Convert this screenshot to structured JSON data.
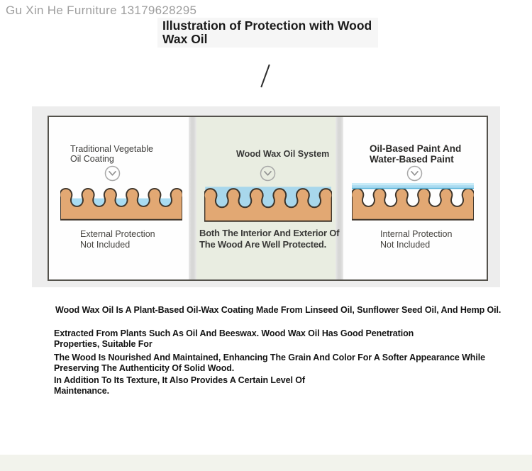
{
  "watermark": "Gu Xin He Furniture 13179628295",
  "title": "Illustration of Protection with Wood\nWax Oil",
  "panels": [
    {
      "heading": "Traditional Vegetable\nOil Coating",
      "caption": "External Protection\nNot Included"
    },
    {
      "heading": "Wood Wax Oil System",
      "caption": "Both The Interior And Exterior Of\nThe Wood Are Well Protected."
    },
    {
      "heading": "Oil-Based Paint And\nWater-Based Paint",
      "caption": "Internal Protection\nNot Included"
    }
  ],
  "description": {
    "p1": "Wood Wax Oil Is A Plant-Based Oil-Wax Coating Made From Linseed Oil, Sunflower Seed Oil, And Hemp Oil.",
    "p2": "Extracted From Plants Such As Oil And Beeswax. Wood Wax Oil Has Good Penetration\nProperties, Suitable For",
    "p3": "The Wood Is Nourished And Maintained, Enhancing The Grain And Color For A Softer Appearance While\nPreserving The Authenticity Of Solid Wood.",
    "p4": "In Addition To Its Texture, It Also Provides A Certain Level Of\nMaintenance."
  },
  "colors": {
    "wood": "#e2a873",
    "wood_outline": "#3e352b",
    "oil_blue": "#a9dcf2",
    "wax_blue": "#a8d7ec",
    "paint_blue_light": "#c9ecf8",
    "paint_blue_edge": "#55b2d9",
    "sage_panel": "#e9ede1",
    "card_gray": "#ededed",
    "footer_band": "#f2f3ec",
    "watermark_gray": "#9e9e9e"
  }
}
